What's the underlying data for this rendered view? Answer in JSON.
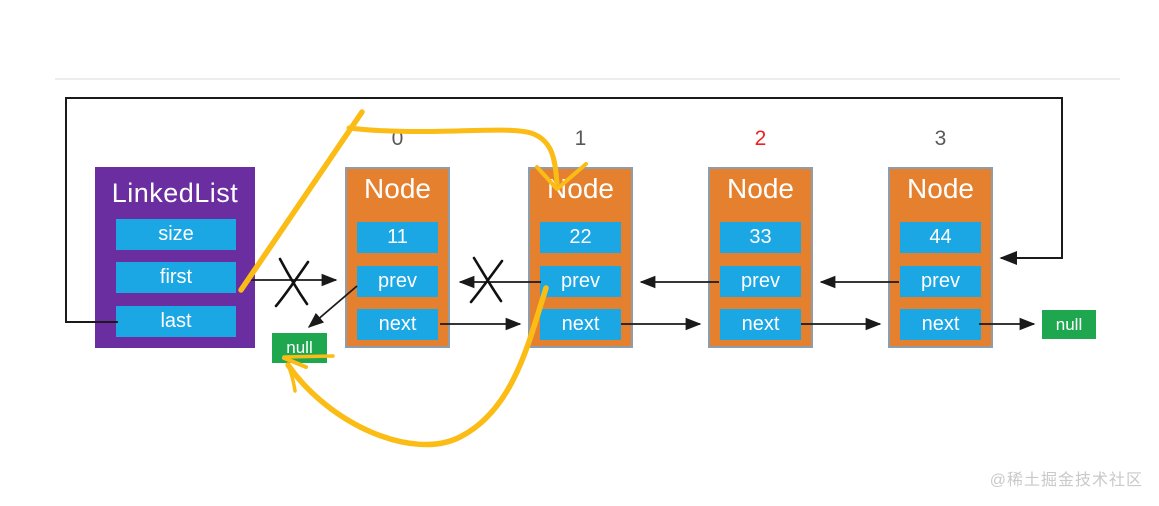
{
  "linkedlist": {
    "title": "LinkedList",
    "fields": {
      "size": "size",
      "first": "first",
      "last": "last"
    }
  },
  "nodes": [
    {
      "index": "0",
      "title": "Node",
      "value": "11",
      "prev": "prev",
      "next": "next"
    },
    {
      "index": "1",
      "title": "Node",
      "value": "22",
      "prev": "prev",
      "next": "next"
    },
    {
      "index": "2",
      "title": "Node",
      "value": "33",
      "prev": "prev",
      "next": "next"
    },
    {
      "index": "3",
      "title": "Node",
      "value": "44",
      "prev": "prev",
      "next": "next"
    }
  ],
  "nulls": {
    "left": "null",
    "right": "null"
  },
  "watermark": "@稀土掘金技术社区",
  "colors": {
    "linkedlist_purple": "#6a2ea0",
    "node_orange": "#e5812e",
    "field_cyan": "#1ba6e4",
    "null_green": "#1fa750",
    "annotation_yellow": "#fbbc15",
    "arrow_black": "#1a1a1a",
    "index_default": "#595959",
    "index_highlight_red": "#ee2222",
    "watermark_gray": "#c9c9c9"
  },
  "styles": {
    "index_red": "color:#ee2222"
  }
}
